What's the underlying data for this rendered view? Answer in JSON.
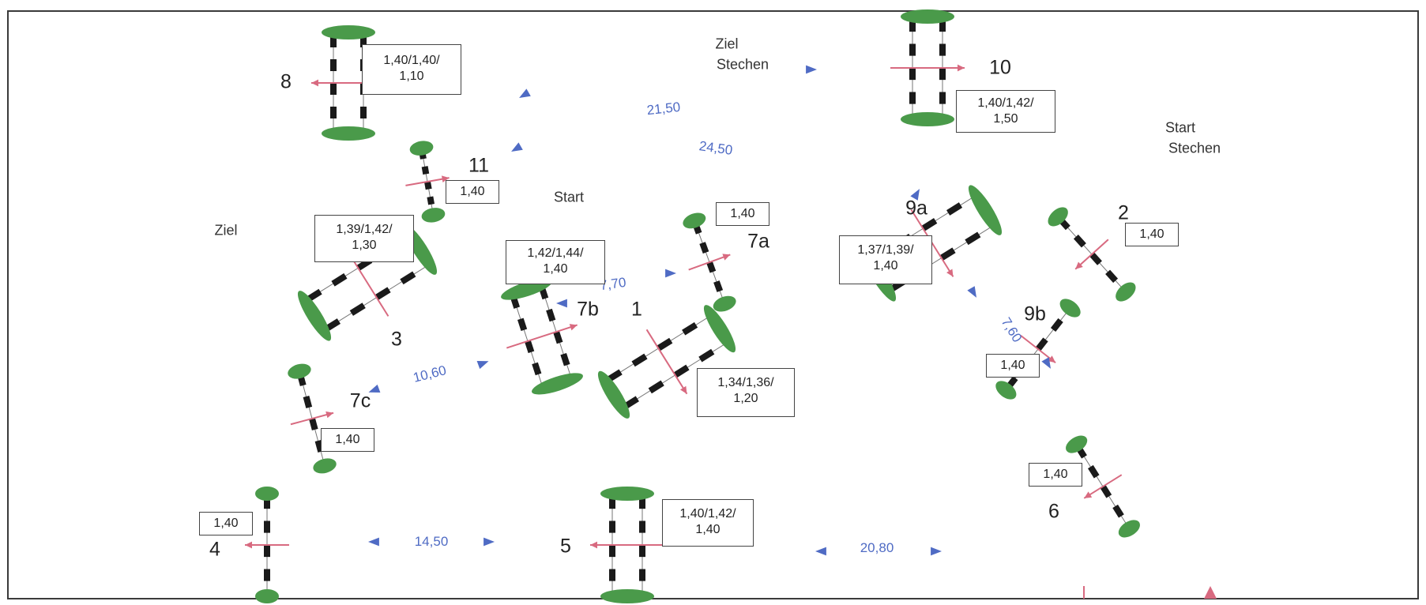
{
  "course": {
    "fence_numbers": [
      "8",
      "10",
      "11",
      "7a",
      "9a",
      "2",
      "3",
      "7b",
      "1",
      "9b",
      "7c",
      "6",
      "4",
      "5"
    ],
    "text_labels": {
      "finish_jumpoff": [
        "Ziel",
        "Stechen"
      ],
      "start_jumpoff": [
        "Start",
        "Stechen"
      ],
      "finish": "Ziel",
      "start": "Start"
    },
    "distances": [
      "21,50",
      "24,50",
      "7,70",
      "10,60",
      "7,60",
      "14,50",
      "20,80"
    ],
    "height_boxes": [
      {
        "fence": "8",
        "lines": [
          "1,40/1,40/",
          "1,10"
        ]
      },
      {
        "fence": "10",
        "lines": [
          "1,40/1,42/",
          "1,50"
        ]
      },
      {
        "fence": "11",
        "lines": [
          "1,40"
        ]
      },
      {
        "fence": "7a",
        "lines": [
          "1,40"
        ]
      },
      {
        "fence": "3",
        "lines": [
          "1,39/1,42/",
          "1,30"
        ]
      },
      {
        "fence": "7b",
        "lines": [
          "1,42/1,44/",
          "1,40"
        ]
      },
      {
        "fence": "9a",
        "lines": [
          "1,37/1,39/",
          "1,40"
        ]
      },
      {
        "fence": "2",
        "lines": [
          "1,40"
        ]
      },
      {
        "fence": "1",
        "lines": [
          "1,34/1,36/",
          "1,20"
        ]
      },
      {
        "fence": "9b",
        "lines": [
          "1,40"
        ]
      },
      {
        "fence": "7c",
        "lines": [
          "1,40"
        ]
      },
      {
        "fence": "6",
        "lines": [
          "1,40"
        ]
      },
      {
        "fence": "4",
        "lines": [
          "1,40"
        ]
      },
      {
        "fence": "5",
        "lines": [
          "1,40/1,42/",
          "1,40"
        ]
      }
    ]
  },
  "colors": {
    "pole_dark": "#1a1a1a",
    "pole_light": "#ffffff",
    "standard_green": "#4a9a4a",
    "jump_arrow": "#d86a80",
    "distance_marker": "#4f6bc4",
    "frame": "#3a3a3a"
  }
}
